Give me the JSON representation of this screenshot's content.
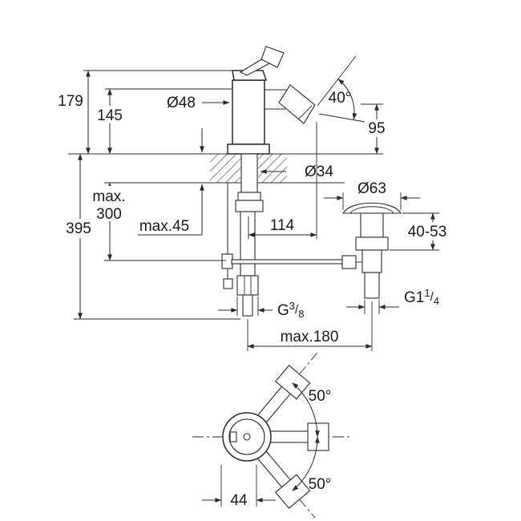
{
  "meta": {
    "drawing_type": "bidet-mixer-dimensional-drawing",
    "line_color": "#2a2a2a",
    "background": "#ffffff"
  },
  "side_view": {
    "height_total": "179",
    "height_spout": "145",
    "body_diameter": "Ø48",
    "spray_angle": "40°",
    "spout_height": "95",
    "hole_diameter": "Ø34",
    "max_depth_label": "max.",
    "max_depth_value": "300",
    "overall_height": "395",
    "deck_thickness_max": "max.45",
    "spout_projection": "114",
    "waste_flange_diameter": "Ø63",
    "waste_height_range": "40-53",
    "waste_thread": {
      "prefix": "G1",
      "num": "1",
      "slash": "/",
      "den": "4"
    },
    "supply_thread": {
      "prefix": "G",
      "num": "3",
      "slash": "/",
      "den": "8"
    },
    "max_reach": "max.180"
  },
  "plan_view": {
    "swing_upper": "50°",
    "swing_lower": "50°",
    "handle_dim": "44"
  }
}
